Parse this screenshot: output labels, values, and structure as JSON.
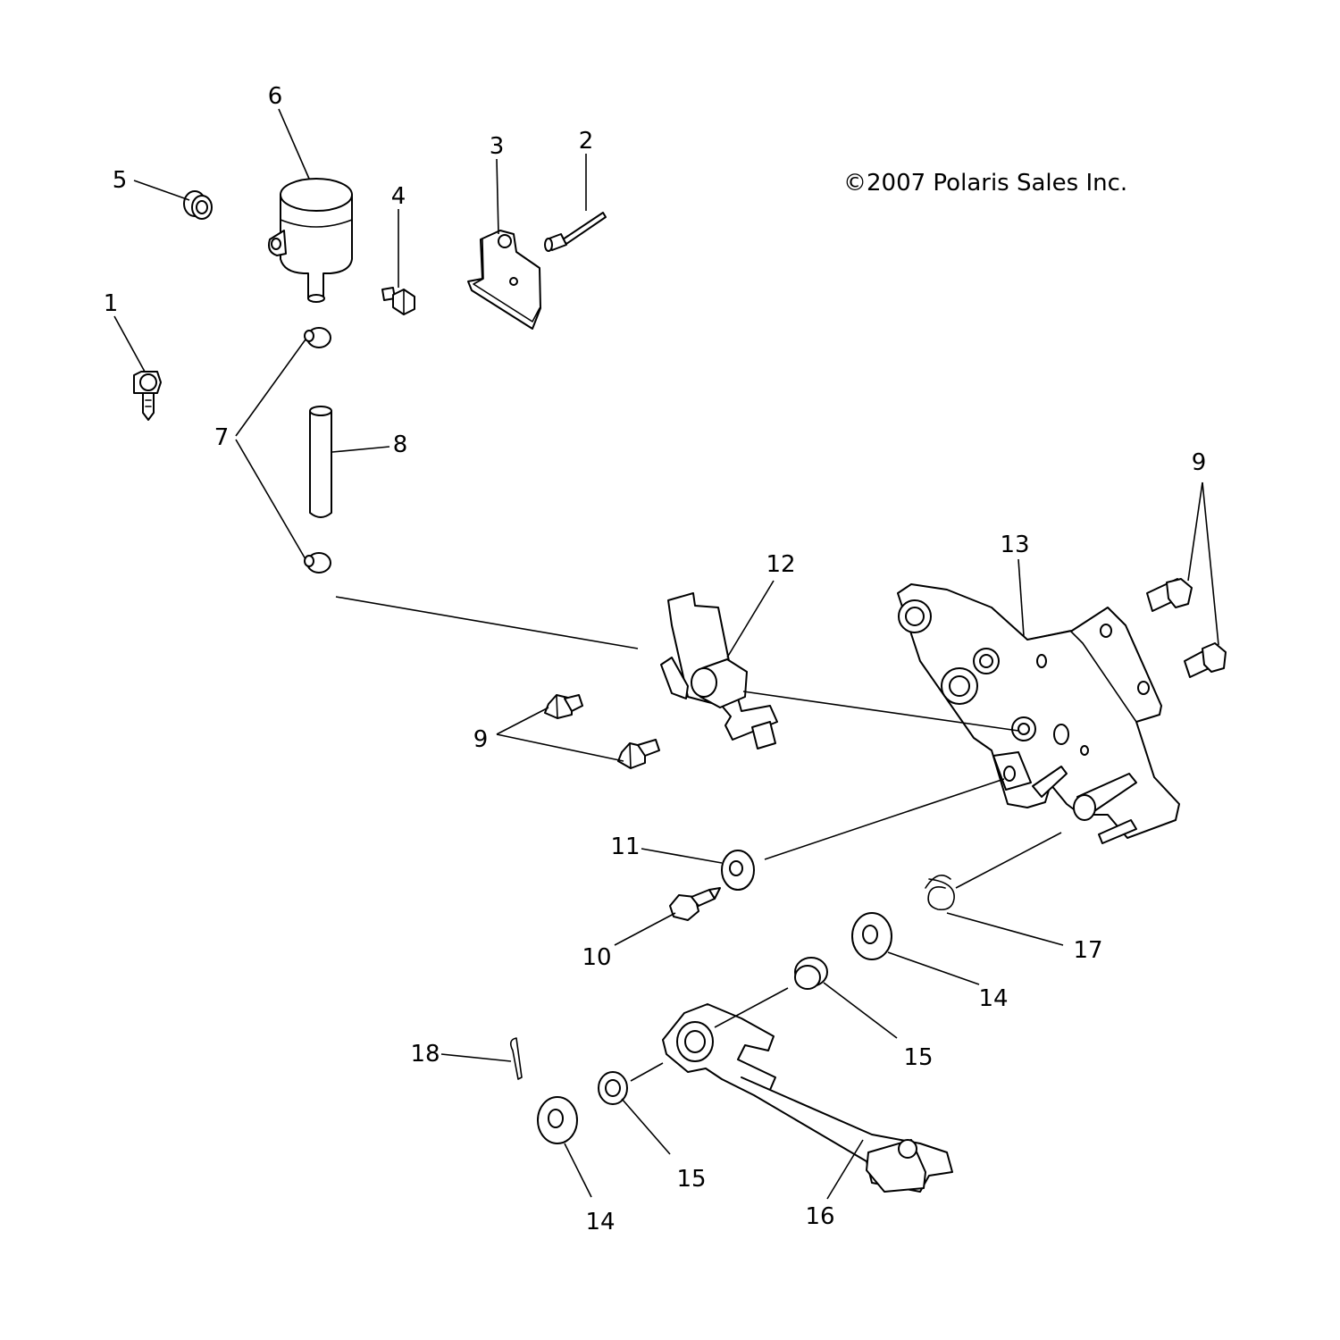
{
  "copyright": "©2007 Polaris Sales Inc.",
  "callouts": {
    "c1": "1",
    "c2": "2",
    "c3": "3",
    "c4": "4",
    "c5": "5",
    "c6": "6",
    "c7": "7",
    "c8": "8",
    "c9a": "9",
    "c9b": "9",
    "c10": "10",
    "c11": "11",
    "c12": "12",
    "c13": "13",
    "c14a": "14",
    "c14b": "14",
    "c15a": "15",
    "c15b": "15",
    "c16": "16",
    "c17": "17",
    "c18": "18"
  },
  "style": {
    "line_color": "#000000",
    "background": "#ffffff"
  }
}
